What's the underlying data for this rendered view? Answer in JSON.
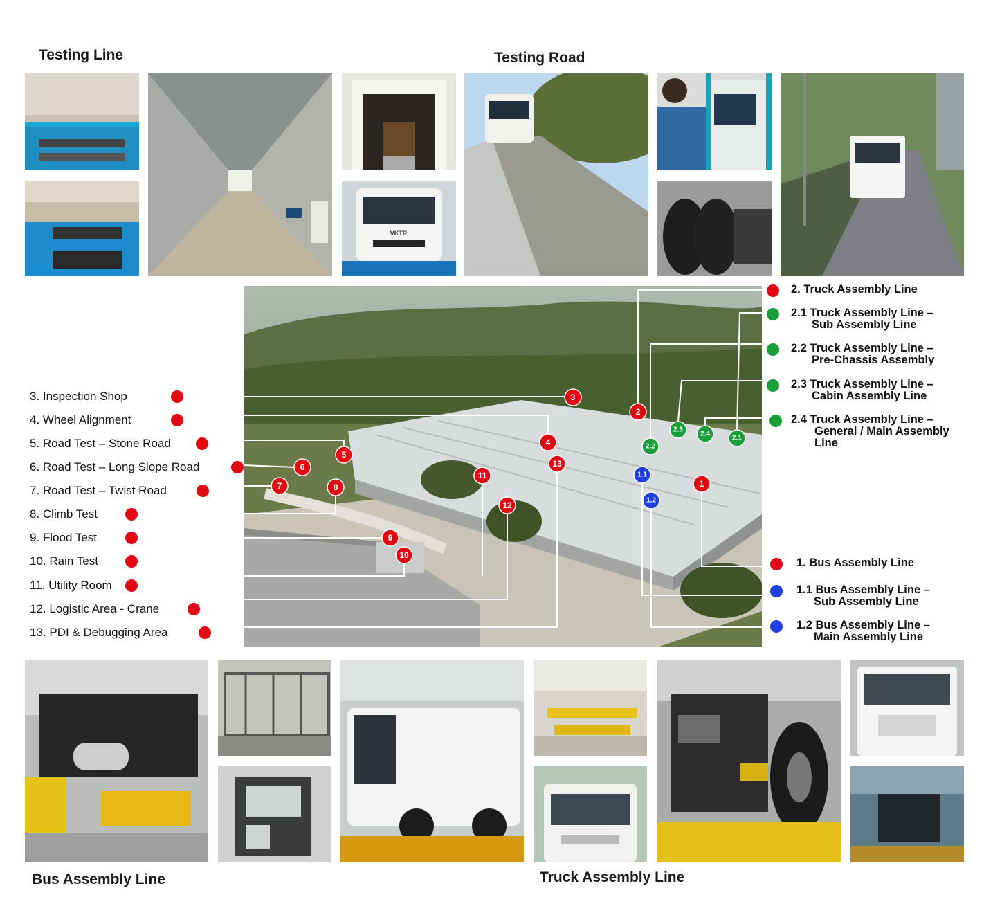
{
  "headings": {
    "testing_line": "Testing Line",
    "testing_road": "Testing Road",
    "bus_assembly_line": "Bus Assembly Line",
    "truck_assembly_line": "Truck Assembly Line"
  },
  "colors": {
    "red": "#e30613",
    "green": "#1a9e3a",
    "blue": "#1f3fe0",
    "leader": "#ffffff"
  },
  "legend_left": [
    {
      "label": "3. Inspection Shop",
      "color": "red"
    },
    {
      "label": "4. Wheel Alignment",
      "color": "red"
    },
    {
      "label": "5. Road Test – Stone Road",
      "color": "red"
    },
    {
      "label": "6. Road Test – Long Slope Road",
      "color": "red"
    },
    {
      "label": "7. Road Test – Twist Road",
      "color": "red"
    },
    {
      "label": "8. Climb Test",
      "color": "red"
    },
    {
      "label": "9. Flood Test",
      "color": "red"
    },
    {
      "label": "10. Rain Test",
      "color": "red"
    },
    {
      "label": "11. Utility Room",
      "color": "red"
    },
    {
      "label": "12. Logistic Area - Crane",
      "color": "red"
    },
    {
      "label": "13. PDI & Debugging Area",
      "color": "red"
    }
  ],
  "legend_right": [
    {
      "line1": "2.  Truck Assembly Line",
      "line2": "",
      "color": "red"
    },
    {
      "line1": "2.1 Truck Assembly Line –",
      "line2": "Sub Assembly Line",
      "color": "green"
    },
    {
      "line1": "2.2 Truck Assembly Line –",
      "line2": "Pre-Chassis Assembly",
      "color": "green"
    },
    {
      "line1": "2.3 Truck Assembly Line –",
      "line2": "Cabin Assembly Line",
      "color": "green"
    },
    {
      "line1": "2.4 Truck Assembly Line –",
      "line2": "General / Main Assembly",
      "line3": "Line",
      "color": "green"
    },
    {
      "line1": "1. Bus Assembly Line",
      "line2": "",
      "color": "red"
    },
    {
      "line1": "1.1 Bus Assembly Line –",
      "line2": "Sub Assembly Line",
      "color": "blue"
    },
    {
      "line1": "1.2 Bus Assembly Line –",
      "line2": "Main Assembly Line",
      "color": "blue"
    }
  ],
  "markers": [
    {
      "label": "3",
      "color": "red"
    },
    {
      "label": "2",
      "color": "red"
    },
    {
      "label": "4",
      "color": "red"
    },
    {
      "label": "13",
      "color": "red"
    },
    {
      "label": "5",
      "color": "red"
    },
    {
      "label": "6",
      "color": "red"
    },
    {
      "label": "7",
      "color": "red"
    },
    {
      "label": "8",
      "color": "red"
    },
    {
      "label": "11",
      "color": "red"
    },
    {
      "label": "12",
      "color": "red"
    },
    {
      "label": "9",
      "color": "red"
    },
    {
      "label": "10",
      "color": "red"
    },
    {
      "label": "1",
      "color": "red"
    },
    {
      "label": "2.3",
      "color": "green"
    },
    {
      "label": "2.4",
      "color": "green"
    },
    {
      "label": "2.1",
      "color": "green"
    },
    {
      "label": "2.2",
      "color": "green"
    },
    {
      "label": "1.1",
      "color": "blue"
    },
    {
      "label": "1.2",
      "color": "blue"
    }
  ],
  "photo_text": {
    "bus_plate_brand": "VKTR"
  }
}
